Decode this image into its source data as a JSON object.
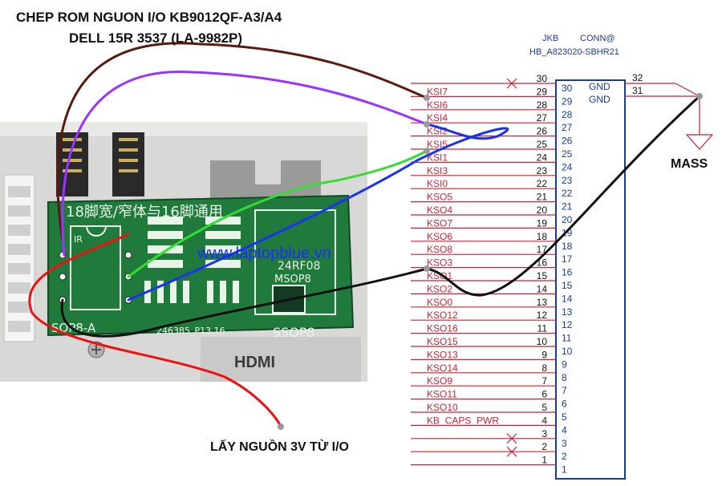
{
  "title": {
    "line1": "CHEP ROM NGUON I/O KB9012QF-A3/A4",
    "line2": "DELL 15R 3537 (LA-9982P)"
  },
  "labels": {
    "power": "LẤY NGUỒN 3V TỪ I/O",
    "mass": "MASS",
    "watermark": "www.laptopblue.vn"
  },
  "connector": {
    "ref": "JKB",
    "part": "CONN@",
    "model": "HB_A823020-SBHR21",
    "gnd_label": "GND",
    "gnd_pins": [
      "32",
      "31"
    ]
  },
  "pins": [
    {
      "num": "30",
      "inner": "30",
      "signal": "",
      "x_mark": true
    },
    {
      "num": "29",
      "inner": "29",
      "signal": "KSI7",
      "x_mark": false
    },
    {
      "num": "28",
      "inner": "28",
      "signal": "KSI6",
      "x_mark": false
    },
    {
      "num": "27",
      "inner": "27",
      "signal": "KSI4",
      "x_mark": false
    },
    {
      "num": "26",
      "inner": "26",
      "signal": "KSI2",
      "x_mark": false
    },
    {
      "num": "25",
      "inner": "25",
      "signal": "KSI5",
      "x_mark": false
    },
    {
      "num": "24",
      "inner": "24",
      "signal": "KSI1",
      "x_mark": false
    },
    {
      "num": "23",
      "inner": "23",
      "signal": "KSI3",
      "x_mark": false
    },
    {
      "num": "22",
      "inner": "22",
      "signal": "KSI0",
      "x_mark": false
    },
    {
      "num": "21",
      "inner": "21",
      "signal": "KSO5",
      "x_mark": false
    },
    {
      "num": "20",
      "inner": "20",
      "signal": "KSO4",
      "x_mark": false
    },
    {
      "num": "19",
      "inner": "19",
      "signal": "KSO7",
      "x_mark": false
    },
    {
      "num": "18",
      "inner": "18",
      "signal": "KSO6",
      "x_mark": false
    },
    {
      "num": "17",
      "inner": "17",
      "signal": "KSO8",
      "x_mark": false
    },
    {
      "num": "16",
      "inner": "16",
      "signal": "KSO3",
      "x_mark": false
    },
    {
      "num": "15",
      "inner": "15",
      "signal": "KSO1",
      "x_mark": false
    },
    {
      "num": "14",
      "inner": "14",
      "signal": "KSO2",
      "x_mark": false
    },
    {
      "num": "13",
      "inner": "13",
      "signal": "KSO0",
      "x_mark": false
    },
    {
      "num": "12",
      "inner": "12",
      "signal": "KSO12",
      "x_mark": false
    },
    {
      "num": "11",
      "inner": "11",
      "signal": "KSO16",
      "x_mark": false
    },
    {
      "num": "10",
      "inner": "10",
      "signal": "KSO15",
      "x_mark": false
    },
    {
      "num": "9",
      "inner": "9",
      "signal": "KSO13",
      "x_mark": false
    },
    {
      "num": "8",
      "inner": "8",
      "signal": "KSO14",
      "x_mark": false
    },
    {
      "num": "7",
      "inner": "7",
      "signal": "KSO9",
      "x_mark": false
    },
    {
      "num": "6",
      "inner": "6",
      "signal": "KSO11",
      "x_mark": false
    },
    {
      "num": "5",
      "inner": "5",
      "signal": "KSO10",
      "x_mark": false
    },
    {
      "num": "4",
      "inner": "4",
      "signal": "KB_CAPS_PWR",
      "x_mark": false
    },
    {
      "num": "3",
      "inner": "3",
      "signal": "",
      "x_mark": true
    },
    {
      "num": "2",
      "inner": "2",
      "signal": "",
      "x_mark": true
    },
    {
      "num": "1",
      "inner": "1",
      "signal": "",
      "x_mark": false
    }
  ],
  "board": {
    "chinese_text": "18脚宽/窄体与16脚通用",
    "ir_label": "IR",
    "sop_label": "SOP8-A",
    "part_code": "246385_P13.16",
    "chip_label": "24RF08",
    "msop_label": "MSOP8",
    "ssop_label": "SSOP8",
    "hdmi_label": "HDMI"
  },
  "colors": {
    "wire_brown": "#5a1a10",
    "wire_purple": "#9933ff",
    "wire_blue": "#1a33ee",
    "wire_green": "#33dd33",
    "wire_black": "#111111",
    "wire_red": "#ee1111",
    "schematic_red": "#cc2233",
    "schematic_blue": "#1a3a9a",
    "pcb_green": "#1f7a3c",
    "watermark_blue": "#1a2fff"
  }
}
